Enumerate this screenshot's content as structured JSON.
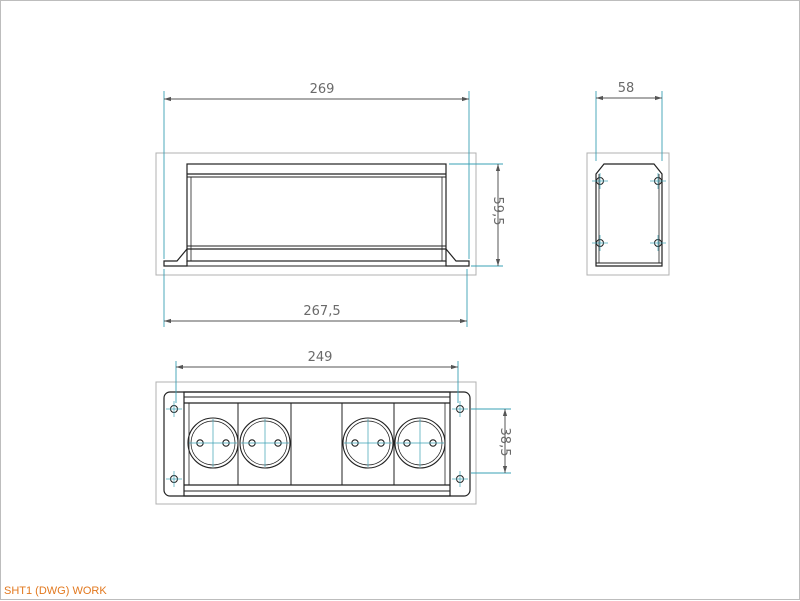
{
  "dimensions": {
    "front_top_width": "269",
    "front_bottom_width": "267,5",
    "front_height": "59,5",
    "side_width": "58",
    "top_width": "249",
    "top_height": "38,5"
  },
  "sheet_tab": {
    "label": "SHT1 (DWG) WORK"
  },
  "colors": {
    "line": "#222222",
    "dim_line": "#555555",
    "ext_line": "#3aa0b4",
    "frame": "#b0b0b0",
    "sheet_tab": "#e2781e"
  }
}
